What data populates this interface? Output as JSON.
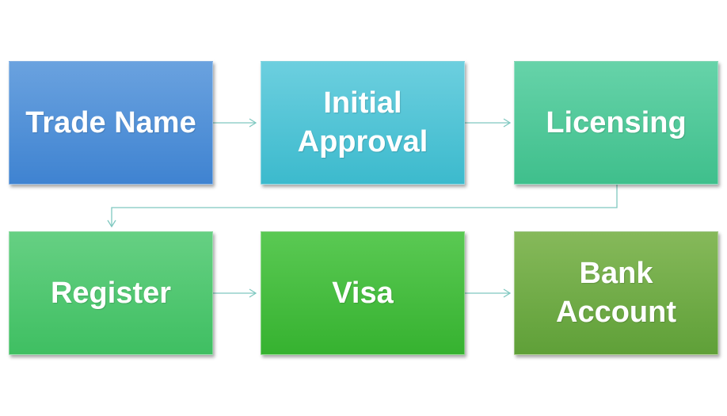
{
  "diagram": {
    "steps": [
      {
        "label": "Trade Name",
        "color": "#4a8cd6"
      },
      {
        "label": "Initial Approval",
        "color": "#4cc3d5"
      },
      {
        "label": "Licensing",
        "color": "#4fc896"
      },
      {
        "label": "Register",
        "color": "#4cc66e"
      },
      {
        "label": "Visa",
        "color": "#43bd3c"
      },
      {
        "label": "Bank Account",
        "color": "#6eab47"
      }
    ],
    "connector_color": "#7fc8c0"
  }
}
